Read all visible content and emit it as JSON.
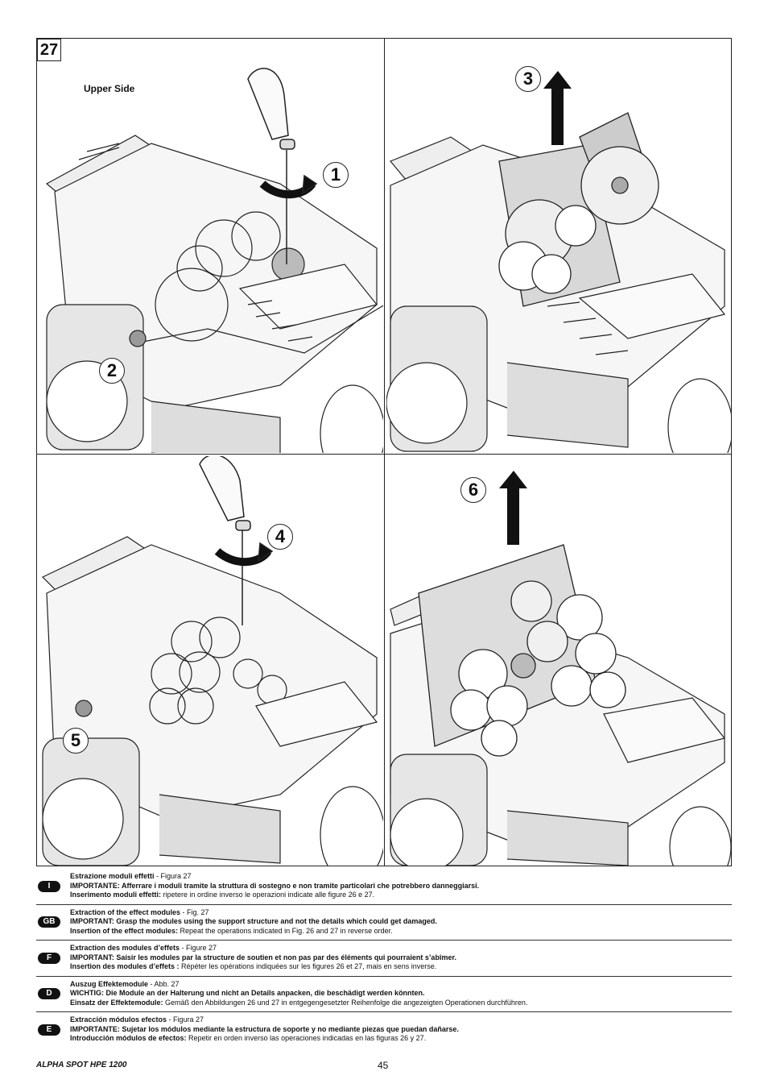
{
  "figure": {
    "number": "27",
    "upper_side_label": "Upper Side",
    "steps": [
      "1",
      "2",
      "3",
      "4",
      "5",
      "6"
    ]
  },
  "instructions": [
    {
      "lang": "I",
      "title": "Estrazione moduli effetti",
      "ref": " - Figura 27",
      "important": "IMPORTANTE: Afferrare i moduli tramite la struttura di sostegno e non tramite particolari che potrebbero danneggiarsi.",
      "insert_label": "Inserimento moduli effetti:",
      "insert_text": " ripetere in ordine inverso le operazioni indicate alle figure 26 e 27."
    },
    {
      "lang": "GB",
      "title": "Extraction of the effect modules",
      "ref": " - Fig. 27",
      "important": "IMPORTANT: Grasp the modules using the support structure and not the details which could get damaged.",
      "insert_label": "Insertion of the effect modules:",
      "insert_text": " Repeat the operations indicated in Fig. 26 and 27 in reverse order."
    },
    {
      "lang": "F",
      "title": "Extraction des modules d’effets",
      "ref": " - Figure 27",
      "important": "IMPORTANT: Saisir les modules par la structure de soutien et non pas par des éléments qui pourraient s’abîmer.",
      "insert_label": "Insertion des modules d’effets :",
      "insert_text": " Répéter les opérations indiquées sur les figures 26 et 27, mais en sens inverse."
    },
    {
      "lang": "D",
      "title": "Auszug Effektemodule",
      "ref": " - Abb. 27",
      "important": "WICHTIG: Die Module an der Halterung und nicht an Details anpacken, die beschädigt werden könnten.",
      "insert_label": "Einsatz der Effektemodule:",
      "insert_text": " Gemäß den Abbildungen 26 und 27 in entgegengesetzter Reihenfolge die angezeigten Operationen durchführen."
    },
    {
      "lang": "E",
      "title": "Extracción módulos efectos",
      "ref": " - Figura 27",
      "important": "IMPORTANTE: Sujetar los módulos mediante la estructura de soporte y no mediante piezas que puedan dañarse.",
      "insert_label": "Introducción módulos de efectos:",
      "insert_text": " Repetir en orden inverso las operaciones indicadas en las figuras 26 y 27."
    }
  ],
  "footer": {
    "model": "ALPHA SPOT HPE 1200",
    "page": "45"
  }
}
